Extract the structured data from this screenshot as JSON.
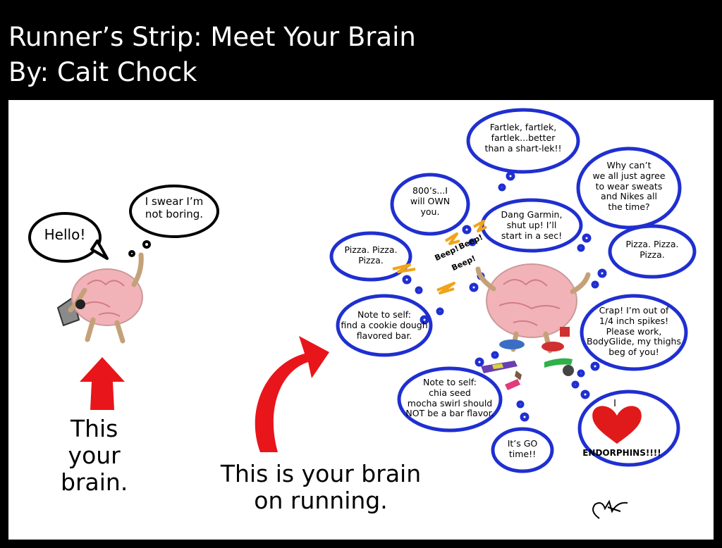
{
  "header": {
    "title_line1": "Runner’s Strip: Meet Your Brain",
    "title_line2": "By: Cait Chock"
  },
  "left": {
    "speech": "Hello!",
    "thought": "I swear I’m\nnot boring.",
    "caption": "This\nyour\nbrain."
  },
  "right": {
    "caption": "This is your brain\non running.",
    "beeps": [
      "Beep!",
      "Beep!",
      "Beep!"
    ],
    "thoughts": {
      "fartlek": "Fartlek, fartlek,\nfartlek...better\nthan a shart-lek!!",
      "sweats": "Why can’t\nwe all just agree\nto wear sweats\nand Nikes all\nthe time?",
      "eight_hundreds": "800’s...I\nwill OWN\nyou.",
      "garmin": "Dang Garmin,\nshut up! I’ll\nstart in a sec!",
      "pizza_left": "Pizza. Pizza.\nPizza.",
      "pizza_right": "Pizza. Pizza.\nPizza.",
      "cookie": "Note to self:\nfind a cookie dough\nflavored bar.",
      "spikes": "Crap! I’m out of\n1/4 inch spikes!\nPlease work,\nBodyGlide, my thighs\nbeg of you!",
      "chia": "Note to self:\nchia seed\nmocha swirl should\nNOT be a bar flavor.",
      "go_time": "It’s GO\ntime!!",
      "love_i": "I",
      "endorphins": "ENDORPHINS!!!!"
    }
  },
  "colors": {
    "background": "#000000",
    "panel": "#ffffff",
    "bubble_outline": "#1f2fd0",
    "arrow_red": "#e8151b",
    "heart_red": "#e01a1a",
    "brain_pink": "#f2b3b8",
    "zigzag_orange": "#f0a419"
  }
}
